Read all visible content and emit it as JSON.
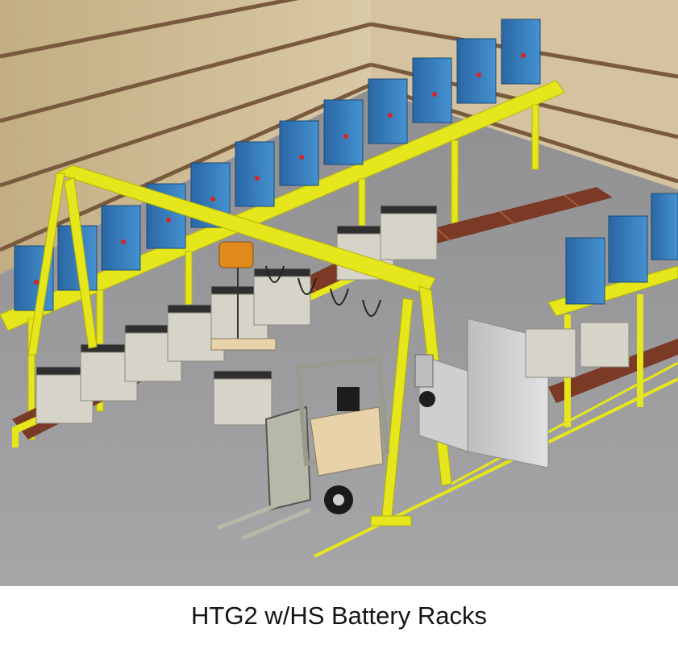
{
  "caption": "HTG2 w/HS Battery Racks",
  "colors": {
    "background": "#ffffff",
    "wall": "#c8b48a",
    "wall_band": "#7a5a3e",
    "floor": "#9a9a9c",
    "rack_yellow": "#e6e61c",
    "charger_blue": "#2f76b8",
    "battery_gray": "#d6d4c8",
    "roller_brown": "#7a3a26",
    "hoist_orange": "#e08a1e",
    "forklift_cream": "#e7d2aa",
    "caption_text": "#151515"
  },
  "scene": {
    "objects": [
      "back-wall",
      "floor",
      "gantry-crane",
      "charger-shelf",
      "battery-chargers",
      "roller-conveyors",
      "batteries",
      "hoist",
      "forklift",
      "wash-tank",
      "side-rack"
    ]
  }
}
